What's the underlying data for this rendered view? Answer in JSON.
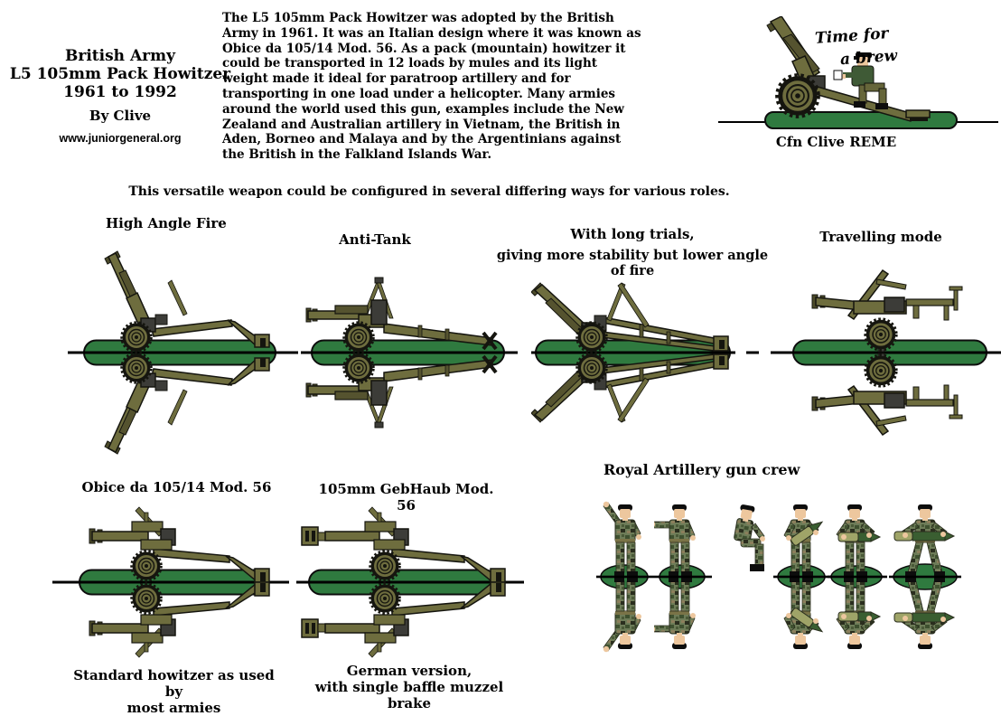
{
  "header": {
    "title_line1": "British Army",
    "title_line2": "L5 105mm Pack Howitzer",
    "title_line3": "1961 to 1992",
    "byline": "By Clive",
    "website": "www.juniorgeneral.org"
  },
  "intro": {
    "lines": [
      "The L5 105mm Pack Howitzer was adopted by the British",
      "Army in 1961. It was an Italian design where it was known as",
      "Obice da 105/14 Mod. 56. As a pack (mountain) howitzer it",
      "could be transported in 12 loads by mules and its light",
      "weight made it ideal for paratroop artillery and for",
      "transporting in one load under a helicopter.  Many armies",
      "around the world used this gun, examples include the New",
      "Zealand and Australian artillery in Vietnam,  the British in",
      "Aden, Borneo and Malaya and by the Argentinians against",
      "the British in the Falkland Islands War."
    ]
  },
  "vignette": {
    "handwriting_line1": "Time for",
    "handwriting_line2": "a brew",
    "caption": "Cfn Clive REME"
  },
  "section_intro": "This versatile weapon could be configured in several differing ways for various roles.",
  "configurations": {
    "high_angle": {
      "label": "High Angle Fire"
    },
    "anti_tank": {
      "label": "Anti-Tank"
    },
    "long_trails": {
      "label_line1": "With long trials,",
      "label_line2": "giving more stability but lower angle of fire"
    },
    "travelling": {
      "label": "Travelling mode"
    }
  },
  "variants": {
    "obice": {
      "label": "Obice da 105/14 Mod. 56",
      "caption_line1": "Standard howitzer as used by",
      "caption_line2": "most armies"
    },
    "gebhaub": {
      "label": "105mm GebHaub Mod. 56",
      "caption_line1": "German version,",
      "caption_line2": "with single baffle muzzel brake"
    }
  },
  "crew": {
    "title": "Royal Artillery gun crew"
  },
  "colors": {
    "background": "#ffffff",
    "text": "#000000",
    "base_green": "#2f7a3f",
    "gun_olive": "#6e6d3e",
    "camo_green": "#6d7c58",
    "flesh": "#edc79e"
  }
}
